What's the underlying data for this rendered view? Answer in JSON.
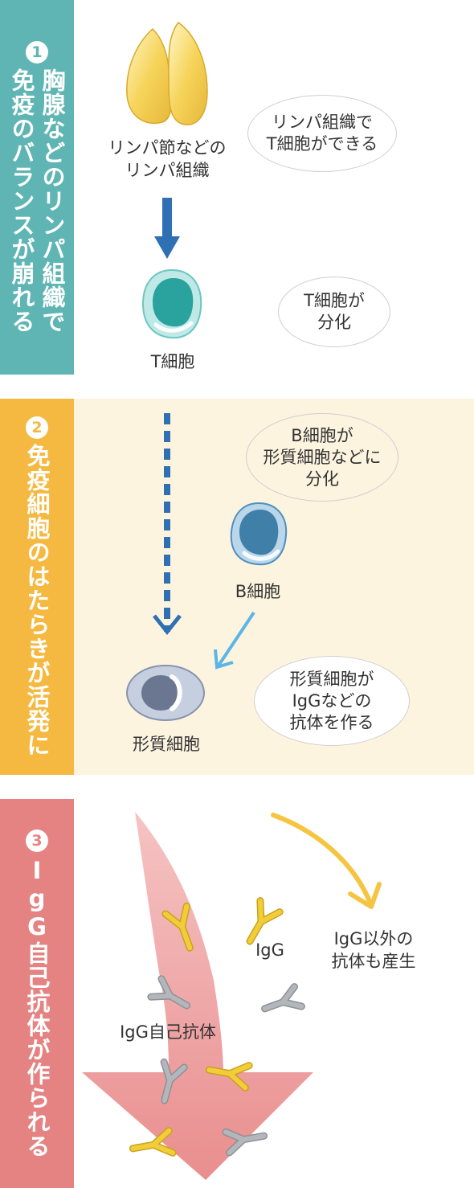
{
  "panels": [
    {
      "number": "1",
      "title_col1": "胸腺などのリンパ組織で",
      "title_col2": "免疫のバランスが崩れる",
      "side_color": "#5fb5b3",
      "bg_color": "#ffffff",
      "lymph_label": "リンパ節などの\nリンパ組織",
      "tcell_label": "T細胞",
      "bubble_1": "リンパ組織で\nT細胞ができる",
      "bubble_2": "T細胞が\n分化"
    },
    {
      "number": "2",
      "title_col1": "免疫細胞のはたらきが活発に",
      "side_color": "#f5b942",
      "bg_color": "#fdf4e0",
      "bcell_label": "B細胞",
      "plasma_label": "形質細胞",
      "bubble_1": "B細胞が\n形質細胞などに\n分化",
      "bubble_2": "形質細胞が\nIgGなどの\n抗体を作る"
    },
    {
      "number": "3",
      "title_col1": "IgG自己抗体が作られる",
      "side_color": "#e58282",
      "bg_color": "#ffffff",
      "igg_label": "IgG",
      "auto_label": "IgG自己抗体",
      "other_label": "IgG以外の\n抗体も産生"
    }
  ],
  "colors": {
    "arrow_blue": "#2f6fb3",
    "arrow_light_blue": "#5ab6e6",
    "arrow_yellow": "#f5c542",
    "big_arrow": "#f0a0a0",
    "antibody_yellow": "#f2cd3a",
    "antibody_gray": "#a9acb0",
    "tcell": "#2aa39f",
    "bcell": "#3f7fa8",
    "plasma": "#6b7690",
    "thymus": "#f2cf4a"
  }
}
